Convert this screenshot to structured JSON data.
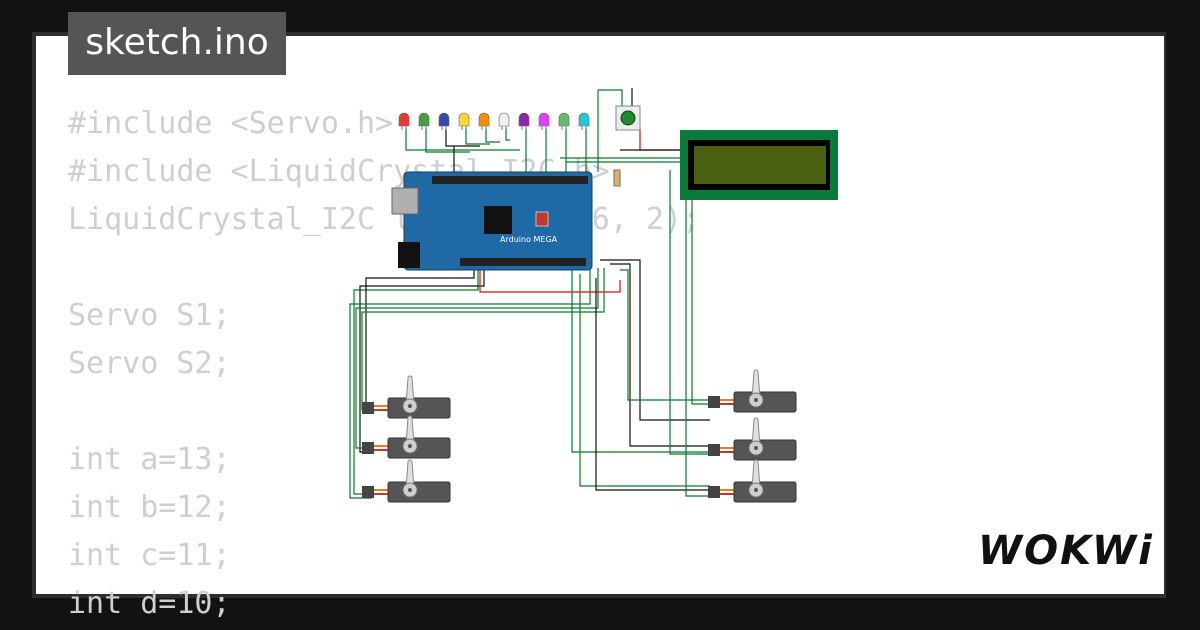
{
  "title": "sketch.ino",
  "code_lines": [
    "#include <Servo.h>",
    "#include <LiquidCrystal_I2C.h>",
    "LiquidCrystal_I2C lcd(0x27, 16, 2);",
    "",
    "Servo S1;",
    "Servo S2;",
    "",
    "int a=13;",
    "int b=12;",
    "int c=11;",
    "int d=10;"
  ],
  "board": {
    "label": "Arduino MEGA",
    "color": "#1f6aa5"
  },
  "brand": "WOKWi",
  "colors": {
    "background": "#121212",
    "card": "#ffffff",
    "tab": "#555555",
    "code_text": "#cfcfcf",
    "lcd_frame": "#0a7a3c",
    "lcd_screen": "#4a5f10",
    "wire_green": "#0a7a2a",
    "wire_red": "#cc1111",
    "wire_black": "#111111"
  },
  "leds": [
    "#e53935",
    "#43a047",
    "#3949ab",
    "#fdd835",
    "#fb8c00",
    "#eeeeee",
    "#8e24aa",
    "#e040fb",
    "#66bb6a",
    "#26c6da"
  ]
}
